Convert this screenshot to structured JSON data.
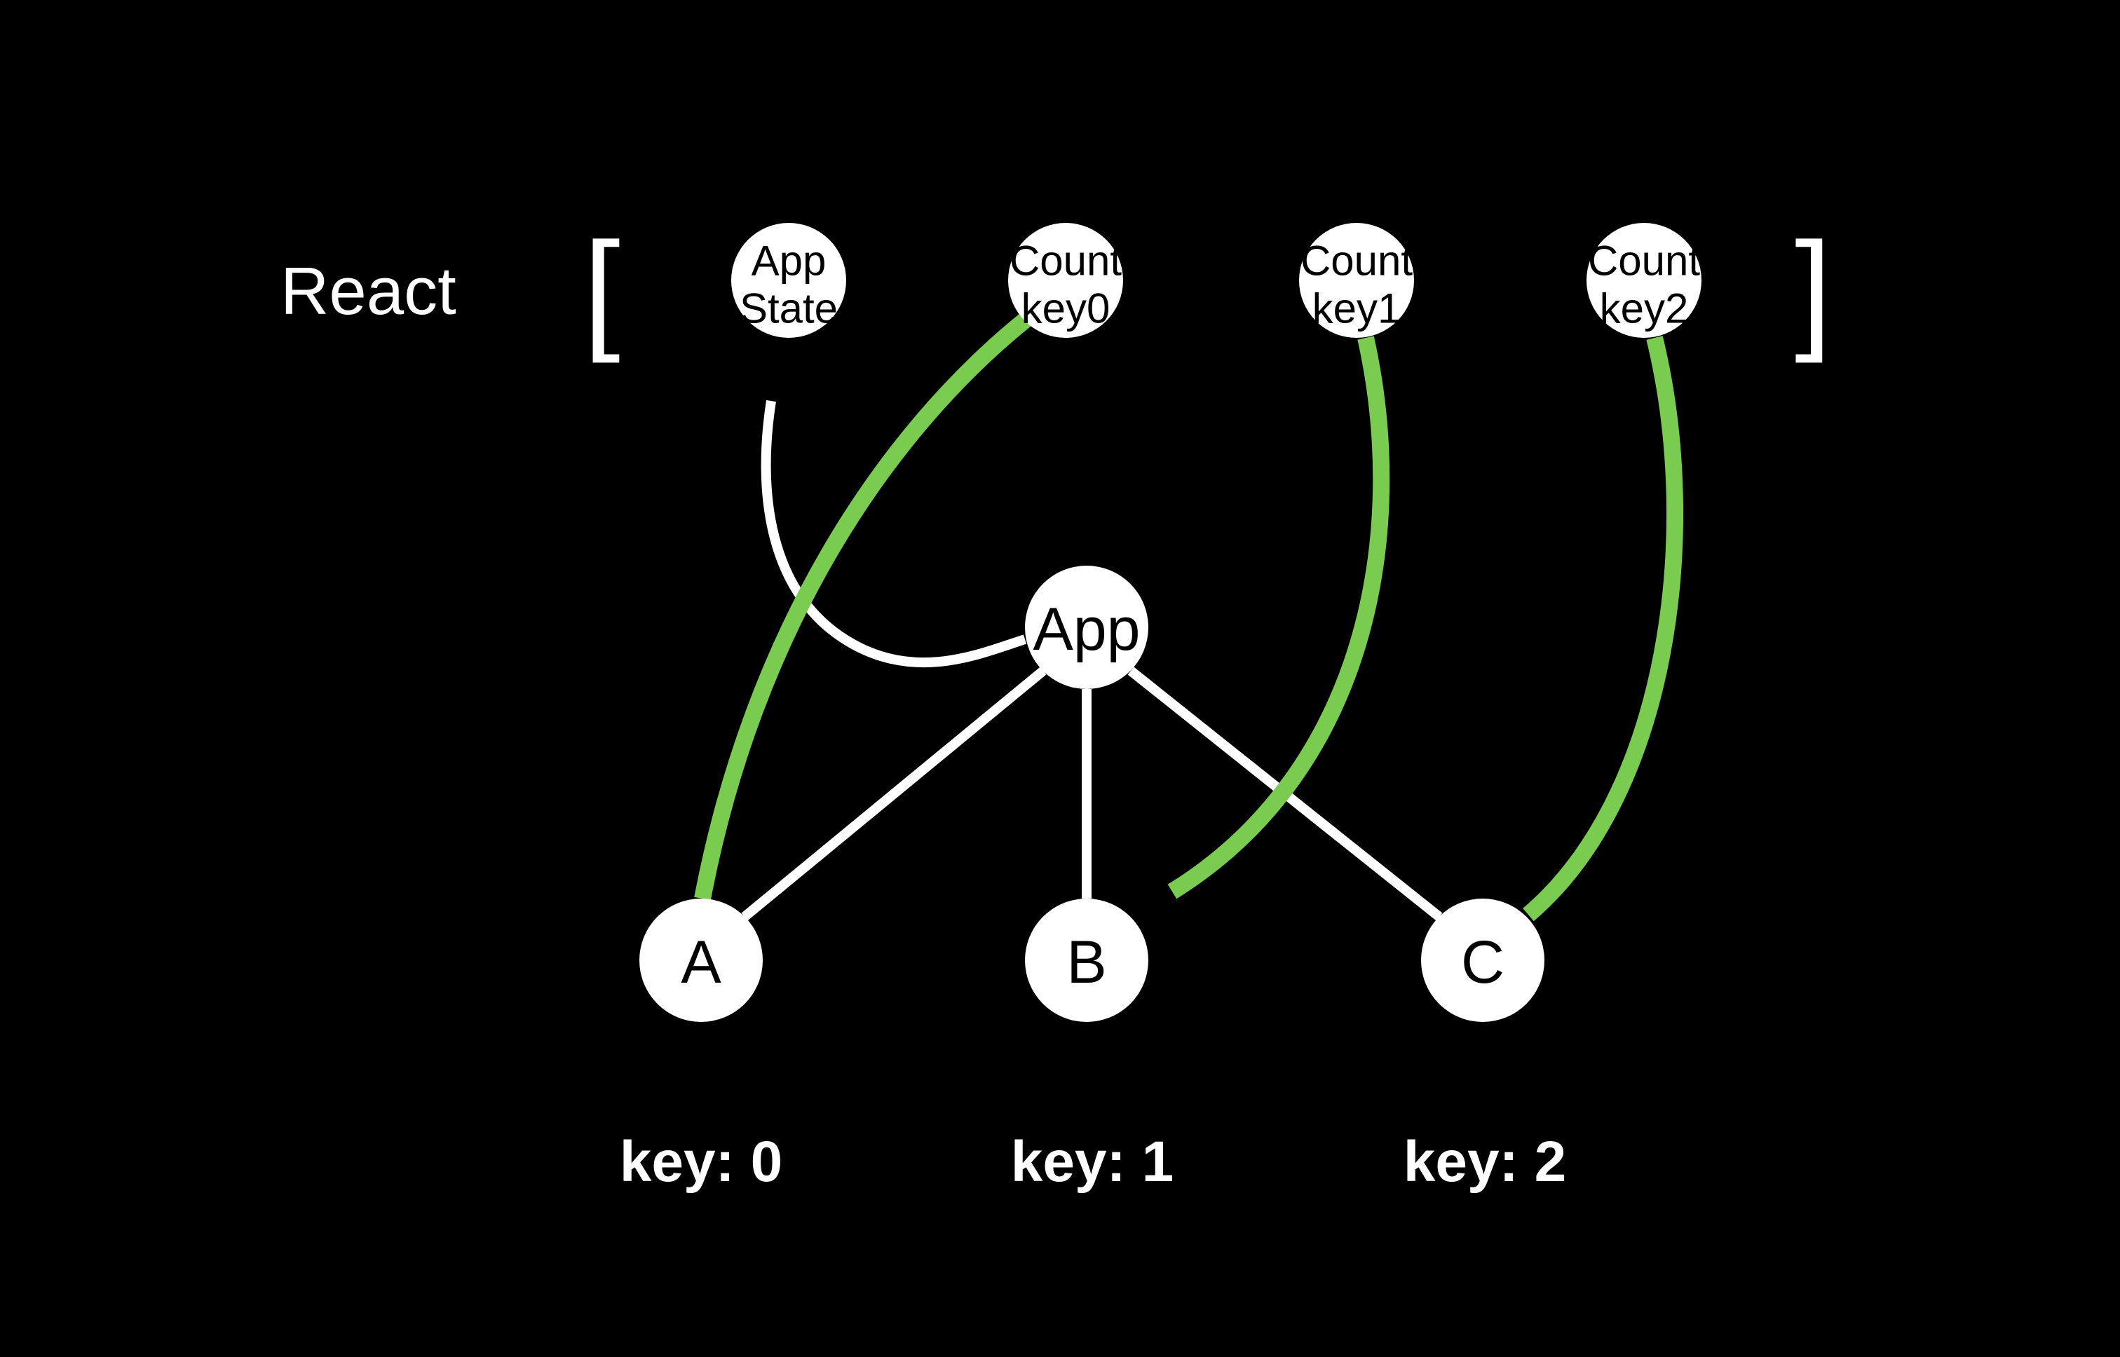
{
  "diagram": {
    "title_label": "React",
    "bracket_open": "[",
    "bracket_close": "]",
    "background_color": "#000000",
    "node_fill_color": "#FFFFFF",
    "node_text_color": "#000000",
    "edge_white_color": "#FFFFFF",
    "edge_green_color": "#79CC50"
  },
  "state_nodes": [
    {
      "id": "app-state",
      "line1": "App",
      "line2": "State"
    },
    {
      "id": "count-key0",
      "line1": "Count",
      "line2": "key0"
    },
    {
      "id": "count-key1",
      "line1": "Count",
      "line2": "key1"
    },
    {
      "id": "count-key2",
      "line1": "Count",
      "line2": "key2"
    }
  ],
  "tree_nodes": [
    {
      "id": "app",
      "label": "App"
    },
    {
      "id": "a",
      "label": "A"
    },
    {
      "id": "b",
      "label": "B"
    },
    {
      "id": "c",
      "label": "C"
    }
  ],
  "key_captions": [
    {
      "id": "key-0",
      "label": "key: 0"
    },
    {
      "id": "key-1",
      "label": "key: 1"
    },
    {
      "id": "key-2",
      "label": "key: 2"
    }
  ],
  "edges": [
    {
      "id": "app-state-to-app",
      "from": "App State",
      "to": "App",
      "color": "#FFFFFF",
      "style": "curved"
    },
    {
      "id": "app-to-a",
      "from": "App",
      "to": "A",
      "color": "#FFFFFF",
      "style": "straight"
    },
    {
      "id": "app-to-b",
      "from": "App",
      "to": "B",
      "color": "#FFFFFF",
      "style": "straight"
    },
    {
      "id": "app-to-c",
      "from": "App",
      "to": "C",
      "color": "#FFFFFF",
      "style": "straight"
    },
    {
      "id": "count-key0-to-a",
      "from": "Count key0",
      "to": "A",
      "color": "#79CC50",
      "style": "curved"
    },
    {
      "id": "count-key1-to-b",
      "from": "Count key1",
      "to": "B",
      "color": "#79CC50",
      "style": "curved"
    },
    {
      "id": "count-key2-to-c",
      "from": "Count key2",
      "to": "C",
      "color": "#79CC50",
      "style": "curved"
    }
  ]
}
